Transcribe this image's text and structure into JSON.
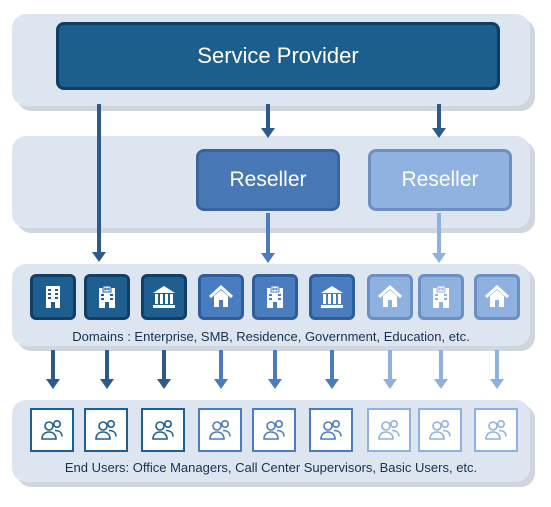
{
  "service_provider": {
    "label": "Service Provider"
  },
  "resellers": [
    {
      "label": "Reseller"
    },
    {
      "label": "Reseller"
    }
  ],
  "domains": {
    "caption": "Domains : Enterprise,  SMB, Residence, Government,  Education, etc.",
    "icons": [
      {
        "icon": "office-building-icon",
        "tone": "dark"
      },
      {
        "icon": "hospital-icon",
        "tone": "dark"
      },
      {
        "icon": "government-building-icon",
        "tone": "dark"
      },
      {
        "icon": "house-icon",
        "tone": "mid"
      },
      {
        "icon": "hospital-icon",
        "tone": "mid"
      },
      {
        "icon": "government-building-icon",
        "tone": "mid"
      },
      {
        "icon": "house-icon",
        "tone": "light"
      },
      {
        "icon": "hospital-icon",
        "tone": "light"
      },
      {
        "icon": "house-icon",
        "tone": "light"
      }
    ]
  },
  "end_users": {
    "caption": "End Users: Office Managers, Call Center Supervisors, Basic Users, etc.",
    "icons": [
      {
        "icon": "users-icon",
        "tone": "dark"
      },
      {
        "icon": "users-icon",
        "tone": "dark"
      },
      {
        "icon": "users-icon",
        "tone": "dark"
      },
      {
        "icon": "users-icon",
        "tone": "mid"
      },
      {
        "icon": "users-icon",
        "tone": "mid"
      },
      {
        "icon": "users-icon",
        "tone": "mid"
      },
      {
        "icon": "users-icon",
        "tone": "light"
      },
      {
        "icon": "users-icon",
        "tone": "light"
      },
      {
        "icon": "users-icon",
        "tone": "light"
      }
    ]
  },
  "colors": {
    "dark": "#1e5f90",
    "mid": "#4a7dbf",
    "light": "#8fb1e0",
    "band": "#dde5f1"
  }
}
